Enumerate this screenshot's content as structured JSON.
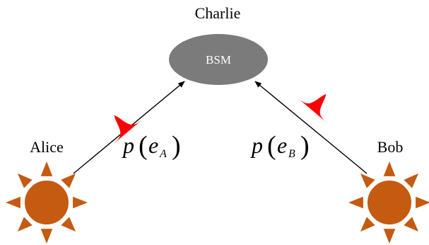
{
  "labels": {
    "charlie": "Charlie",
    "alice": "Alice",
    "bob": "Bob",
    "bsm": "BSM"
  },
  "formulas": {
    "alice": {
      "func": "p",
      "open": "(",
      "var": "e",
      "sub": "A",
      "close": ")"
    },
    "bob": {
      "func": "p",
      "open": "(",
      "var": "e",
      "sub": "B",
      "close": ")"
    }
  },
  "colors": {
    "bsm_fill": "#7b7b7b",
    "sun": "#c55a11",
    "pulse": "#ff0000",
    "arrow": "#000000",
    "text": "#000000"
  },
  "icons": {
    "source": "sun-icon",
    "pulse": "pulse-icon"
  }
}
